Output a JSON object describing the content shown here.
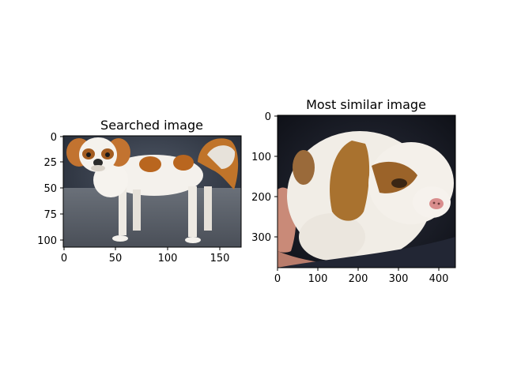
{
  "panels": [
    {
      "title": "Searched image",
      "x_ticks": [
        "0",
        "50",
        "100",
        "150"
      ],
      "y_ticks": [
        "0",
        "25",
        "50",
        "75",
        "100"
      ],
      "subject": "small white-and-brown dog standing, side view"
    },
    {
      "title": "Most similar image",
      "x_ticks": [
        "0",
        "100",
        "200",
        "300",
        "400"
      ],
      "y_ticks": [
        "0",
        "100",
        "200",
        "300"
      ],
      "subject": "white-and-brown puppy held in hands"
    }
  ]
}
